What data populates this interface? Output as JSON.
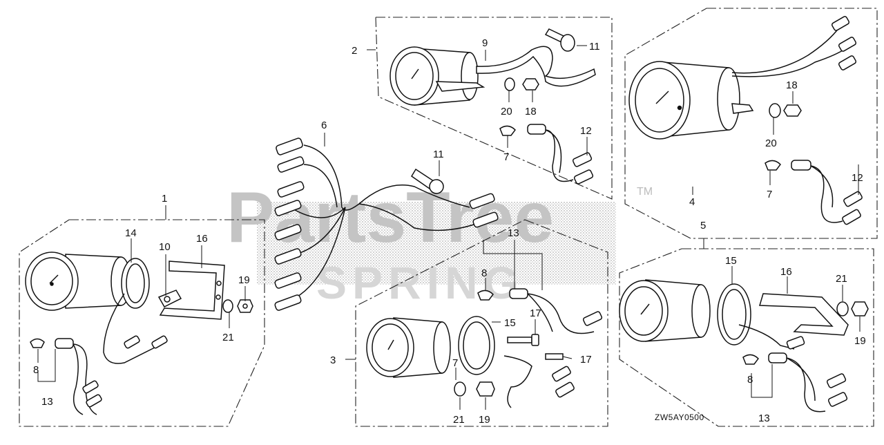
{
  "diagram": {
    "code": "ZW5AY0500",
    "watermark": {
      "line1": "PartsTree",
      "line2": "SPRING",
      "tm": "TM"
    },
    "callouts": {
      "c1": "1",
      "c2": "2",
      "c3": "3",
      "c4": "4",
      "c5": "5",
      "c6": "6",
      "c7a": "7",
      "c7b": "7",
      "c7c": "7",
      "c8a": "8",
      "c8b": "8",
      "c8c": "8",
      "c9": "9",
      "c10": "10",
      "c11a": "11",
      "c11b": "11",
      "c12a": "12",
      "c12b": "12",
      "c13a": "13",
      "c13b": "13",
      "c13c": "13",
      "c14": "14",
      "c15a": "15",
      "c15b": "15",
      "c16a": "16",
      "c16b": "16",
      "c17a": "17",
      "c17b": "17",
      "c18a": "18",
      "c18b": "18",
      "c19a": "19",
      "c19b": "19",
      "c19c": "19",
      "c20a": "20",
      "c20b": "20",
      "c21a": "21",
      "c21b": "21",
      "c21c": "21"
    }
  }
}
